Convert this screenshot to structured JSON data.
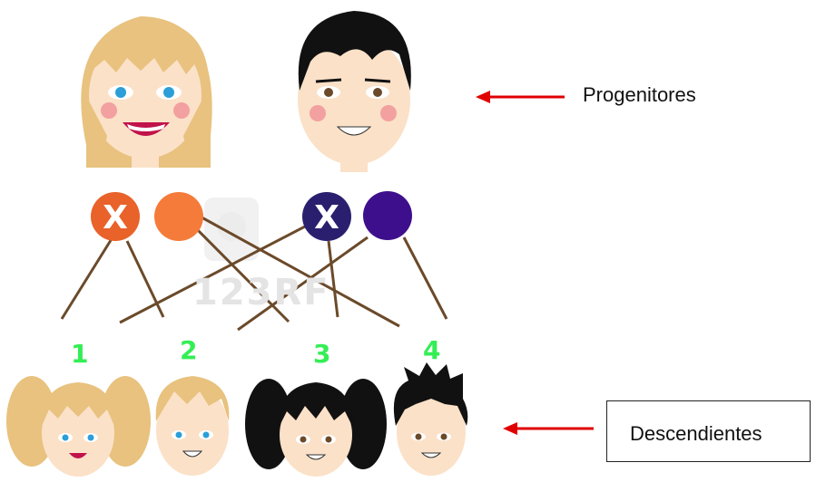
{
  "labels": {
    "progenitores": "Progenitores",
    "descendientes": "Descendientes"
  },
  "markers": {
    "cross": "X",
    "cross_blue": "X"
  },
  "offspring_numbers": [
    "1",
    "2",
    "3",
    "4"
  ],
  "watermark": "123RF",
  "colors": {
    "orange_dark": "#e8622a",
    "orange_light": "#f57b3a",
    "navy": "#2a1f6e",
    "purple": "#3e0f8c",
    "arrow_red": "#e00000",
    "line_brown": "#6b4a2a",
    "number_green": "#33ee55"
  }
}
